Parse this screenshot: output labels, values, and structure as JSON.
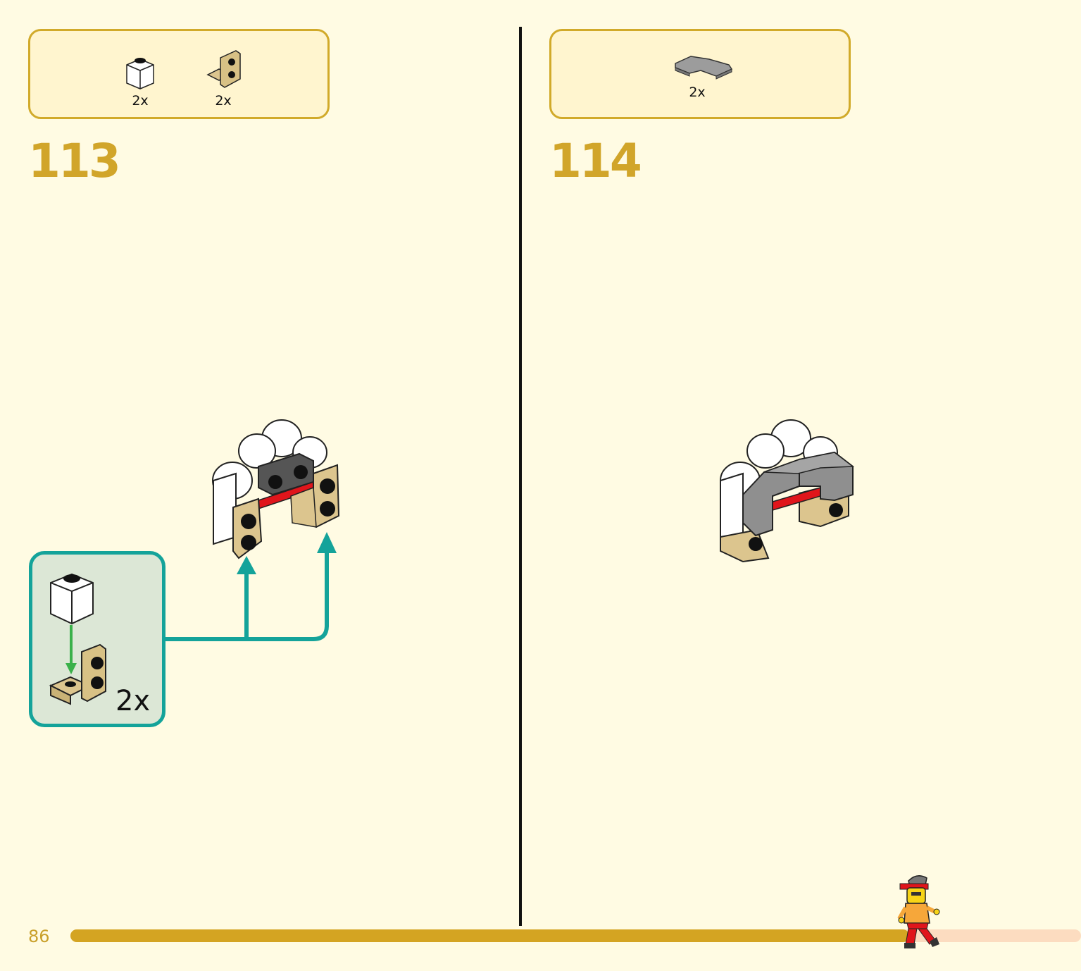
{
  "page_number": "86",
  "progress_fraction": 0.83,
  "steps": [
    {
      "number": "113",
      "parts": [
        {
          "name": "white-1x1-brick",
          "qty": "2x"
        },
        {
          "name": "tan-bracket",
          "qty": "2x"
        }
      ],
      "subassembly": {
        "qty": "2x"
      }
    },
    {
      "number": "114",
      "parts": [
        {
          "name": "gray-corner-tile",
          "qty": "2x"
        }
      ]
    }
  ],
  "colors": {
    "accent_gold": "#d1aa2a",
    "callout_teal": "#14a39a",
    "background": "#fffbe3",
    "highlight_red": "#e0151b"
  }
}
